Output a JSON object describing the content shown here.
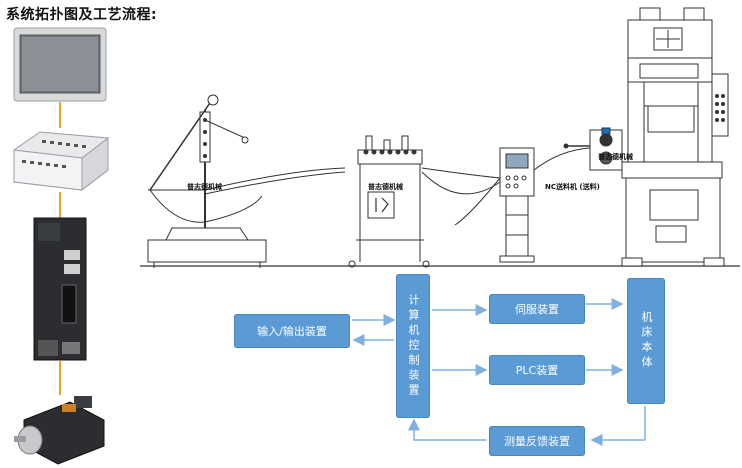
{
  "title": "系统拓扑图及工艺流程:",
  "machine_labels": {
    "uncoiler": "普志德机械",
    "leveler": "普志德机械",
    "feeder": "NC送料机 (送料)",
    "feeder_brand": "普志德机械"
  },
  "flow": {
    "io": "输入/输出装置",
    "computer": "计算机控制装置",
    "servo": "伺服装置",
    "plc": "PLC装置",
    "machine_body": "机床本体",
    "feedback": "测量反馈装置"
  },
  "colors": {
    "box_fill": "#5b9bd5",
    "arrow": "#7fb0e0",
    "connector": "#f0a030"
  }
}
